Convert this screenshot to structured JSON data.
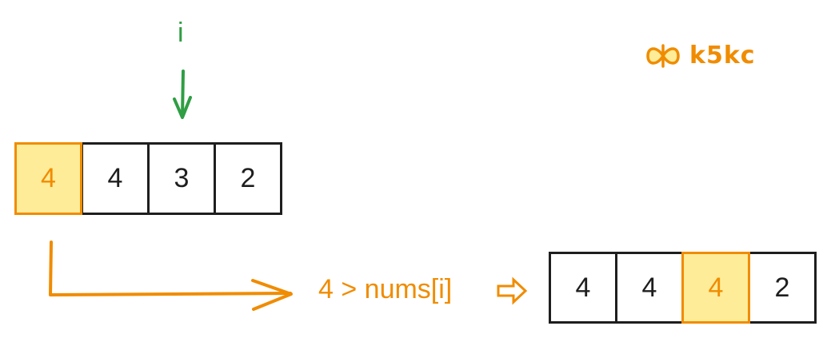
{
  "pointer": {
    "label": "i",
    "color": "#2f9e44"
  },
  "brand": {
    "text": "k5kc",
    "icon": "butterfly-logo-icon",
    "color": "#f08c00"
  },
  "arrays": {
    "before": {
      "cells": [
        "4",
        "4",
        "3",
        "2"
      ],
      "highlighted_index": 0
    },
    "after": {
      "cells": [
        "4",
        "4",
        "4",
        "2"
      ],
      "highlighted_index": 2
    }
  },
  "condition": {
    "text": "4 > nums[i]",
    "arrow_icon": "hollow-right-arrow-icon"
  },
  "colors": {
    "highlight_fill": "#ffec99",
    "highlight_stroke": "#f08c00",
    "default_stroke": "#1e1e1e",
    "pointer": "#2f9e44"
  }
}
